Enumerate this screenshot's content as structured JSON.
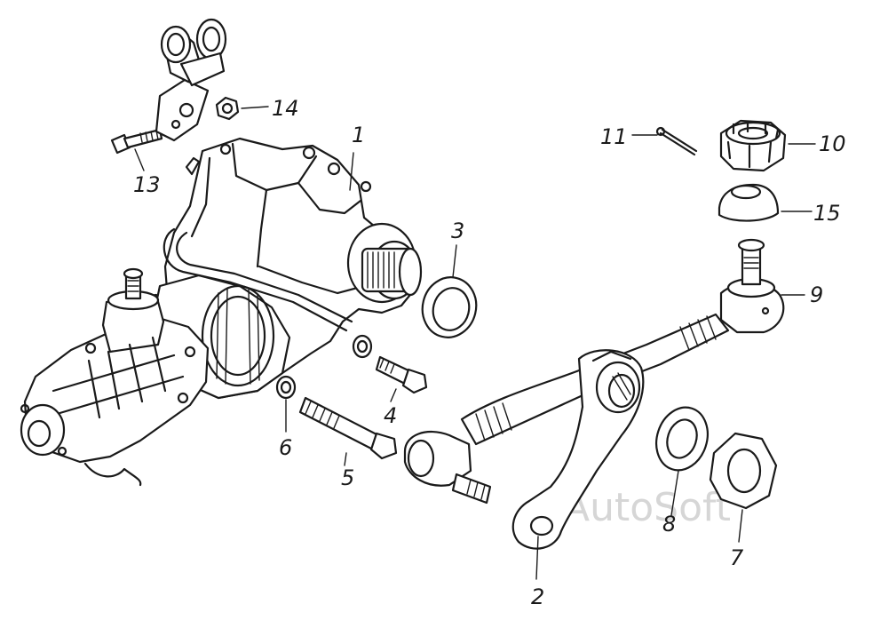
{
  "watermark": "AutoSoft",
  "callouts": {
    "c1": "1",
    "c2": "2",
    "c3": "3",
    "c4": "4",
    "c5": "5",
    "c6": "6",
    "c7": "7",
    "c8": "8",
    "c9": "9",
    "c10": "10",
    "c11": "11",
    "c13": "13",
    "c14": "14",
    "c15": "15"
  }
}
